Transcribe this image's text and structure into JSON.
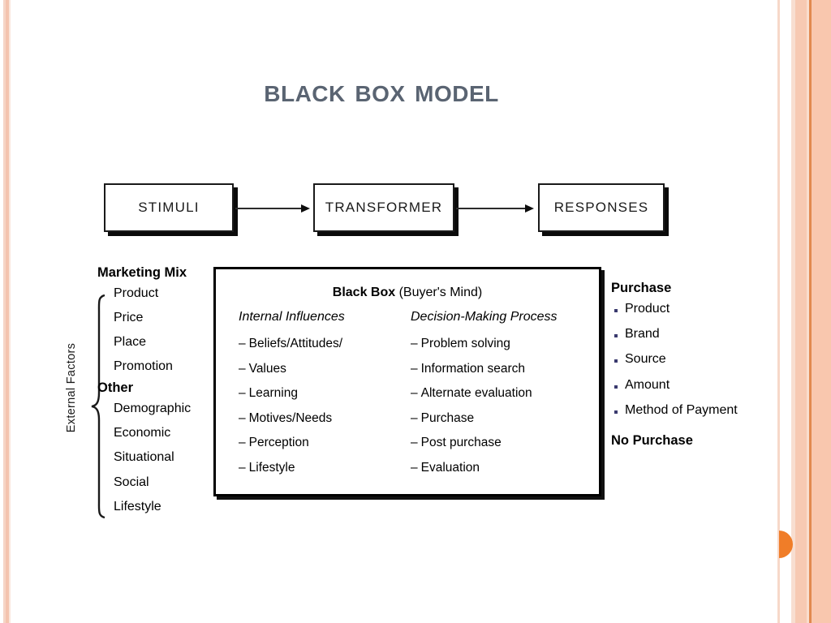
{
  "slide": {
    "title": "Black box model",
    "accent_color": "#f07d28",
    "title_color": "#5a6472",
    "stripe_color": "#f7c9b2"
  },
  "flow": {
    "boxes": [
      {
        "label": "STIMULI"
      },
      {
        "label": "TRANSFORMER"
      },
      {
        "label": "RESPONSES"
      }
    ],
    "arrows": [
      {
        "name": "arrow-stimuli-to-transformer"
      },
      {
        "name": "arrow-transformer-to-responses"
      }
    ]
  },
  "left_column": {
    "axis_label": "External Factors",
    "brace": "left-curly-brace",
    "groups": [
      {
        "heading": "Marketing Mix",
        "items": [
          "Product",
          "Price",
          "Place",
          "Promotion"
        ]
      },
      {
        "heading": "Other",
        "items": [
          "Demographic",
          "Economic",
          "Situational",
          "Social",
          "Lifestyle"
        ]
      }
    ]
  },
  "black_box": {
    "title_strong": "Black Box",
    "title_rest": " (Buyer's Mind)",
    "columns": [
      {
        "heading": "Internal Influences",
        "dash": "–",
        "items": [
          "Beliefs/Attitudes/",
          "Values",
          "Learning",
          "Motives/Needs",
          "Perception",
          "Lifestyle"
        ]
      },
      {
        "heading": "Decision-Making Process",
        "dash": "–",
        "items": [
          "Problem solving",
          "Information search",
          "Alternate evaluation",
          "Purchase",
          "Post purchase",
          "Evaluation"
        ]
      }
    ]
  },
  "right_column": {
    "heading": "Purchase",
    "items": [
      "Product",
      "Brand",
      "Source",
      "Amount",
      "Method of Payment"
    ],
    "footer": "No Purchase",
    "bullet_color": "#3a3a6e"
  }
}
